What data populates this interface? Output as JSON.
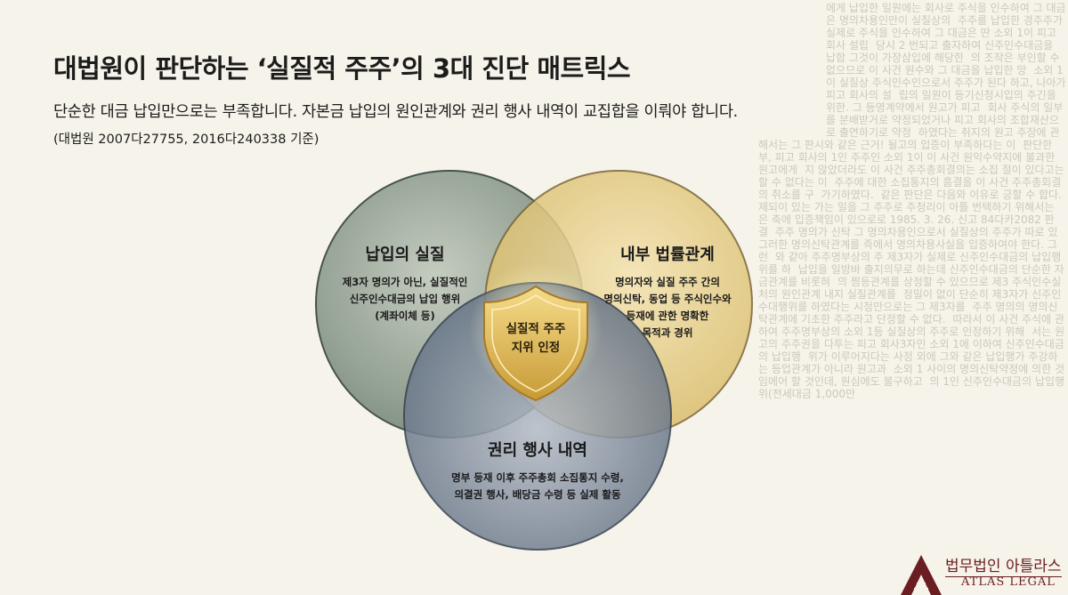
{
  "title": "대법원이 판단하는 ‘실질적 주주’의 3대 진단 매트릭스",
  "subtitle": "단순한 대금 납입만으로는 부족합니다. 자본금 납입의 원인관계와 권리 행사 내역이 교집합을 이뤄야 합니다.",
  "reference": "(대법원 2007다27755, 2016다240338 기준)",
  "venn": {
    "payment": {
      "title": "납입의 실질",
      "lines": [
        "제3자 명의가 아닌, 실질적인",
        "신주인수대금의 납입 행위",
        "(계좌이체 등)"
      ],
      "color": "#8b9a8c"
    },
    "internal": {
      "title": "내부 법률관계",
      "lines": [
        "명의자와 실질 주주 간의",
        "명의신탁, 동업 등 주식인수와",
        "등재에 관한 명확한",
        "목적과 경위"
      ],
      "color": "#e0c77e"
    },
    "rights": {
      "title": "권리 행사 내역",
      "lines": [
        "명부 등재 이후 주주총회 소집통지 수령,",
        "의결권 행사, 배당금 수령 등 실제 활동"
      ],
      "color": "#6d7a8c"
    },
    "center": {
      "lines": [
        "실질적 주주",
        "지위 인정"
      ]
    }
  },
  "logo": {
    "korean": "법무법인 아틀라스",
    "english": "ATLAS LEGAL"
  },
  "background_document_lines": [
    "에게 납입한 일원에는 회사로 주식을 인수하여 그 대금은 명의차용인만이 실질상의",
    "주주를 납입한 경주주가 실제로 주식을 인수하여 그 대금은 딴 소외 1이 피고 회사 설립",
    "당시 2 번되고 출자하여 신주인수대금을 납합 그것이 가장삼입에 해당한",
    "의 조작은 부인할 수 없으므로 이 사건 원수와 그 대금을 납입한 망",
    "소외 1이 실질상 주식인수인으로서 주주가 된다 하고, 나아가 피고 회사의 설",
    "립의 일원이 등기신청시입의 주긴을 위한. 그 등영계약에서 원고가 피고",
    "회사 주식의 일부를 분배받거로 약정되었거나 피고 회사의 조합재산으로 출연하기로 약정",
    "하였다는 취지의 원고 주장에 관해서는 그 판시와 같은 근거! 될고의 입증이 부족하다는 이",
    "판단한 부, 피고 회사의 1인 주주인 소외 1이 이 사건 원익수약지에 불과한 원고에게",
    "지 않았더라도 이 사건 주주총회결의는 소집 절이 있다고는 할 수 없다는 이",
    "주주에 대한 소집통지의 흠결을 이 사건 주주총회결의 취소를 구",
    "가기하였다.",
    "같은 판단은 다음와 이유로 긍할 수 합다.",
    "제되이 있는 가는 일을 그 주주로 주청리이 아틀 번택하기 위해서는",
    "은 축에 입증책임이 있으로로 1985. 3. 26. 신고 84다카2082 판결",
    "주주 명의가 신탁 그 명의차용인으로서 실질상의 주주가 따로 있",
    "그러한 명의신탁관계를 즉에서 명의차용사실을 입증하여야 한다. 그런",
    "와 같아 주주명부상의 주 제3자가 실제로 신주인수대금의 납입행위를 하",
    "납입을 일방바 출지의무로 하는데 신주인수대금의 단순한 자금관계를 비롯혀",
    "의 찜등관계를 상정할 수 있으므로 제3 주식인수실처의 원인관계 내지 실질관계를",
    "정밀이 없이 단순히 제3자가 신주인수대행위를 하였다는 시정만으로는 그 제3자를",
    "주주 명의의 명의신탁관계에 기초한 주주라고 단정할 수 없다.",
    "따라서 이 사건 주식에 관하여 주주명부상의 소외 1등 실질상의 주주로 인정하기 위해",
    "서는 원고의 주주권을 다투는 피고 회사3자인 소외 1에 이하여 신주인수대금의 납입행",
    "위가 이루어지다는 사정 외에 그와 같은 납입행가 주강하는 등업관계가 아니라 원고과",
    "소외 1 사이의 명의신탁약정에 의한 것임에어 할 것인데, 원심에도 불구하고",
    "의 1인 신주인수대금의 납입행위(전세대금 1,000만"
  ]
}
